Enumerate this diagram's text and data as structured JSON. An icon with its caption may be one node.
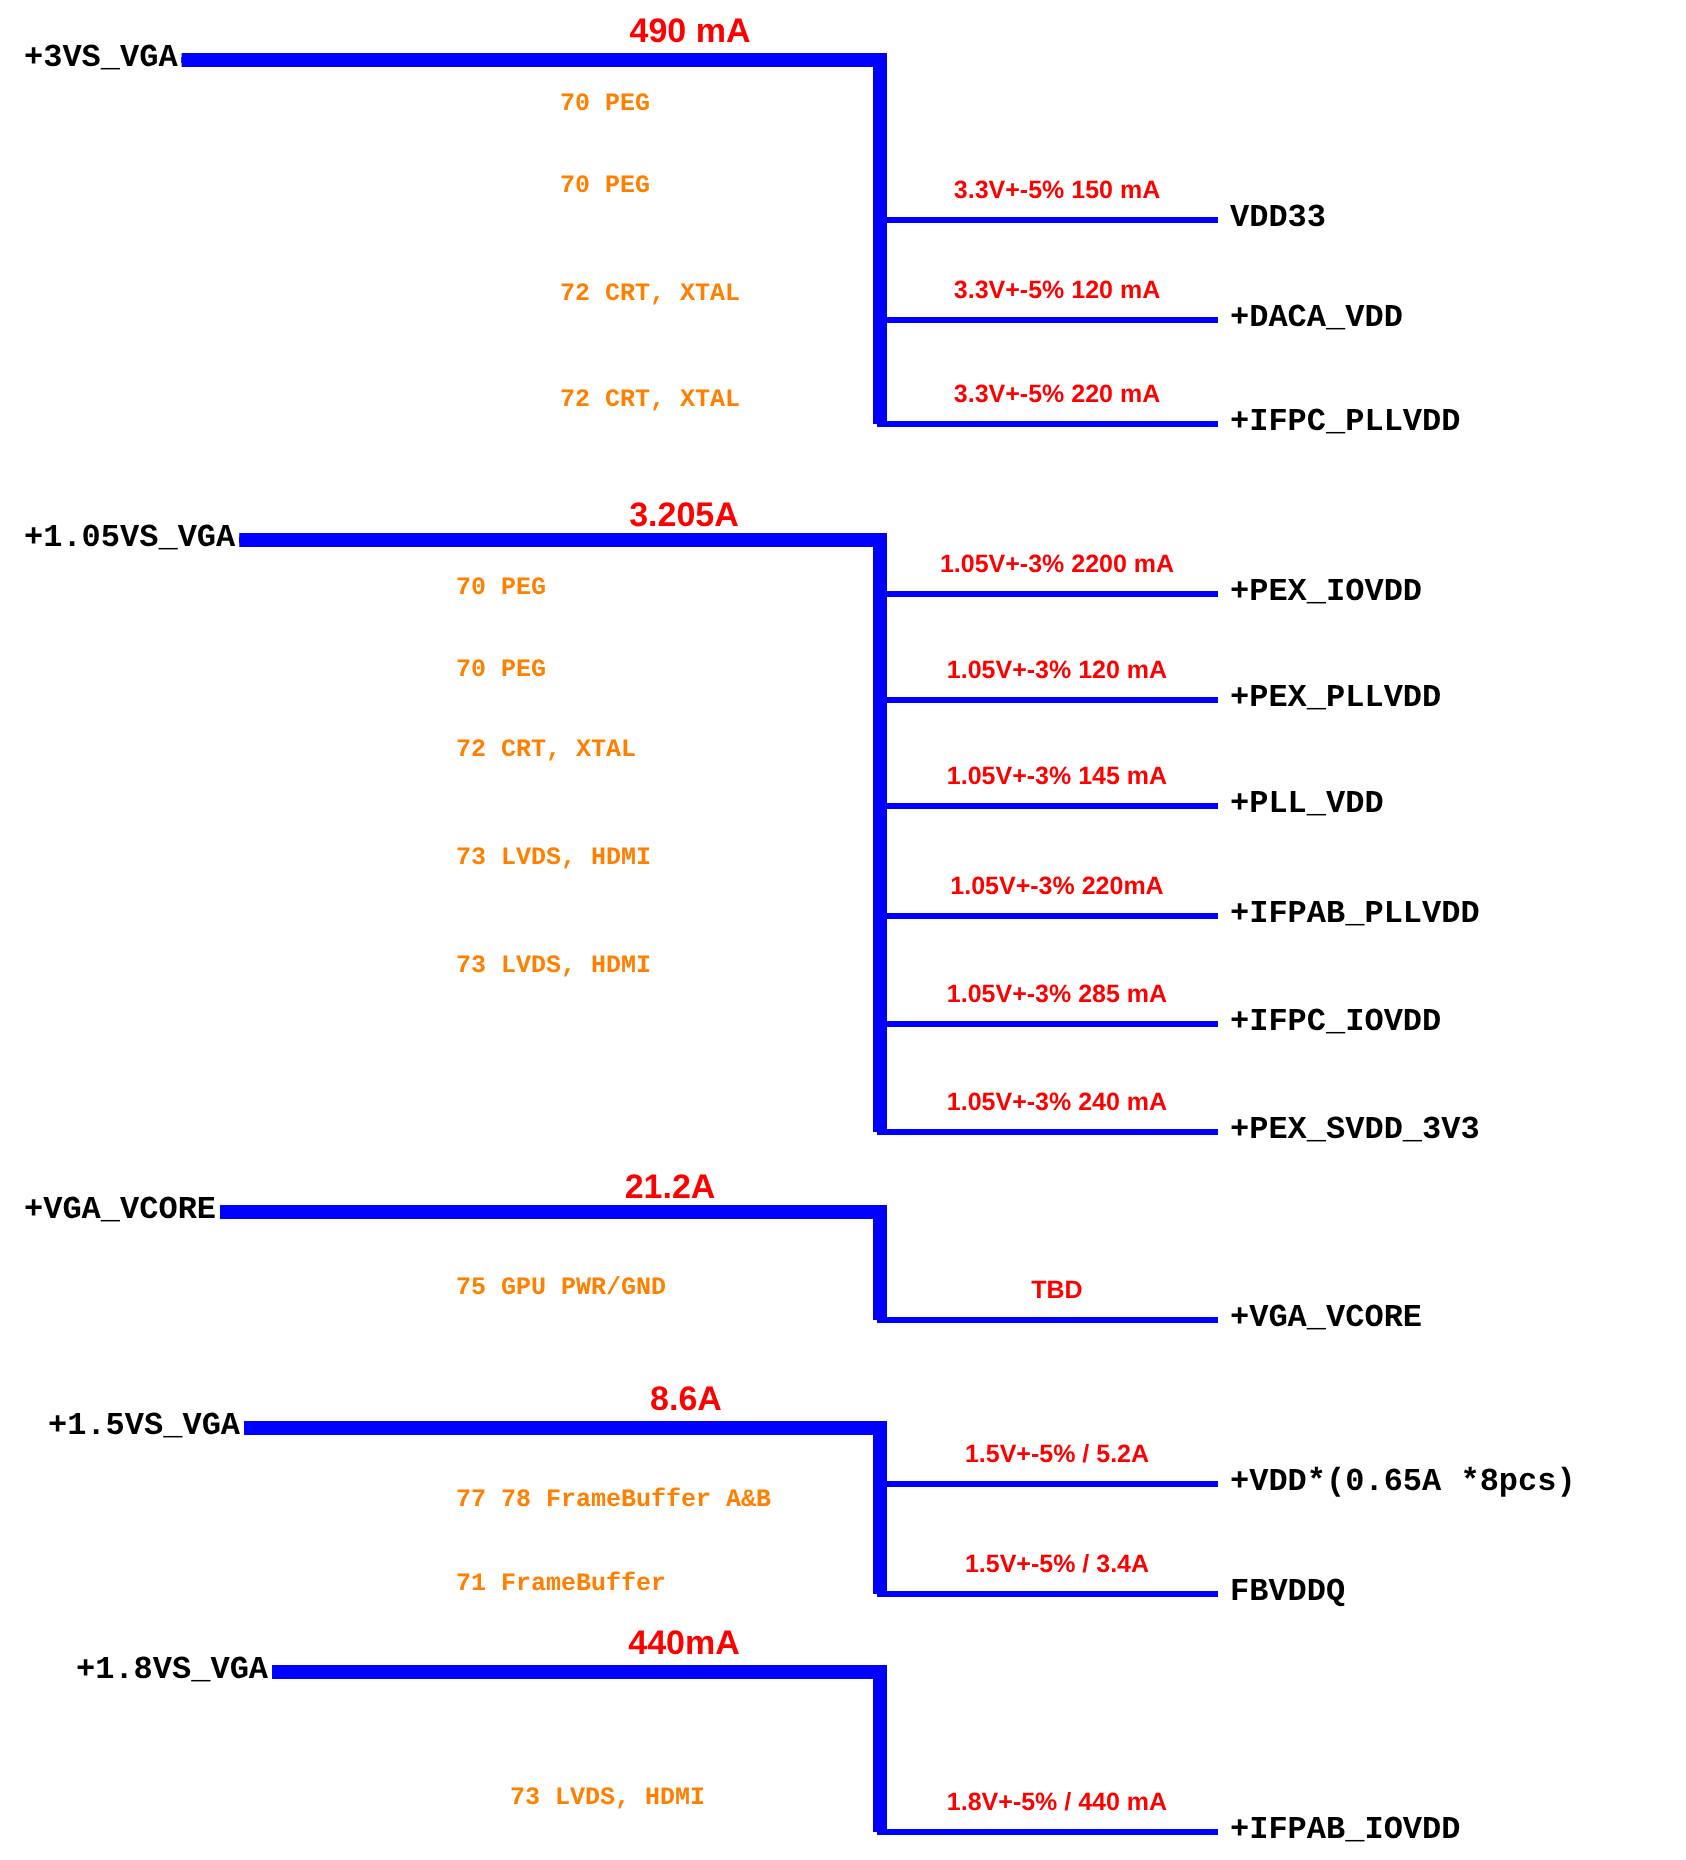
{
  "diagram": {
    "nodes": [
      {
        "text": [
          "+3VS_VGA"
        ]
      },
      {
        "text": [
          "VDD33"
        ]
      },
      {
        "text": [
          "+DACA_VDD"
        ]
      },
      {
        "text": [
          "+IFPC_PLLVDD"
        ]
      },
      {
        "text": [
          "+1.05VS_VGA"
        ]
      },
      {
        "text": [
          "+PEX_IOVDD"
        ]
      },
      {
        "text": [
          "+PEX_PLLVDD"
        ]
      },
      {
        "text": [
          "+PLL_VDD"
        ]
      },
      {
        "text": [
          "+IFPAB_PLLVDD"
        ]
      },
      {
        "text": [
          "+IFPC_IOVDD"
        ]
      },
      {
        "text": [
          "+PEX_SVDD_3V3"
        ]
      },
      {
        "text": [
          "+VGA_VCORE"
        ]
      },
      {
        "text": [
          "+VGA_VCORE"
        ]
      },
      {
        "text": [
          "+1.5VS_VGA"
        ]
      },
      {
        "text": [
          "+VDD*(0.65A *8pcs)"
        ]
      },
      {
        "text": [
          "FBVDDQ"
        ]
      },
      {
        "text": [
          "+1.8VS_VGA"
        ]
      },
      {
        "text": [
          "+IFPAB_IOVDD"
        ]
      }
    ],
    "edges": [
      {
        "from": 0,
        "to": 1,
        "arrow": "none",
        "label": "3.3V+-5% 150 mA"
      },
      {
        "from": 0,
        "to": 2,
        "arrow": "none",
        "label": "3.3V+-5% 120 mA"
      },
      {
        "from": 0,
        "to": 3,
        "arrow": "none",
        "label": "3.3V+-5% 220 mA"
      },
      {
        "from": 4,
        "to": 5,
        "arrow": "none",
        "label": "1.05V+-3% 2200 mA"
      },
      {
        "from": 4,
        "to": 6,
        "arrow": "none",
        "label": "1.05V+-3% 120 mA"
      },
      {
        "from": 4,
        "to": 7,
        "arrow": "none",
        "label": "1.05V+-3% 145 mA"
      },
      {
        "from": 4,
        "to": 8,
        "arrow": "none",
        "label": "1.05V+-3% 220mA"
      },
      {
        "from": 4,
        "to": 9,
        "arrow": "none",
        "label": "1.05V+-3% 285 mA"
      },
      {
        "from": 4,
        "to": 10,
        "arrow": "none",
        "label": "1.05V+-3% 240 mA"
      },
      {
        "from": 11,
        "to": 12,
        "arrow": "none",
        "label": "TBD"
      },
      {
        "from": 13,
        "to": 14,
        "arrow": "none",
        "label": "1.5V+-5% / 5.2A"
      },
      {
        "from": 13,
        "to": 15,
        "arrow": "none",
        "label": "1.5V+-5% / 3.4A"
      },
      {
        "from": 16,
        "to": 17,
        "arrow": "none",
        "label": "1.8V+-5% / 440 mA"
      }
    ],
    "labels": [
      "490 mA",
      "70 PEG",
      "70 PEG",
      "72 CRT, XTAL",
      "72 CRT, XTAL",
      "3.205A",
      "70 PEG",
      "70 PEG",
      "72 CRT, XTAL",
      "73 LVDS, HDMI",
      "73 LVDS, HDMI",
      "21.2A",
      "75 GPU PWR/GND",
      "8.6A",
      "77 78 FrameBuffer A&B",
      "71 FrameBuffer",
      "440mA",
      "73 LVDS, HDMI"
    ]
  }
}
